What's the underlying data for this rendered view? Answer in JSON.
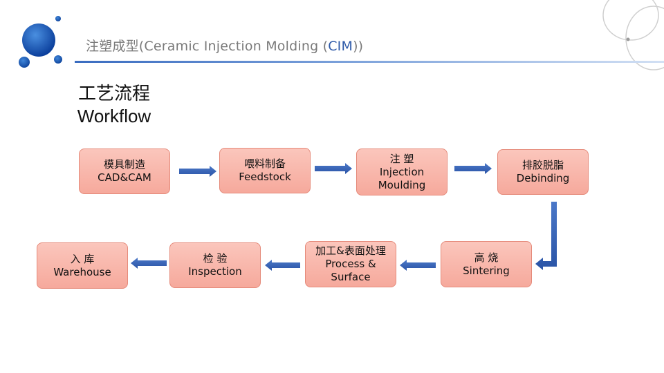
{
  "header": {
    "title_prefix": "注塑成型(Ceramic Injection Molding (",
    "title_accent": "CIM",
    "title_suffix": "))"
  },
  "section": {
    "title_zh": "工艺流程",
    "title_en": "Workflow"
  },
  "colors": {
    "accent_blue": "#2e5aa8",
    "box_fill": "#f6a99c",
    "box_border": "#e58a7a",
    "arrow": "#3a63b5"
  },
  "workflow": [
    {
      "lines": [
        "模具制造",
        "CAD&CAM"
      ]
    },
    {
      "lines": [
        "喂料制备",
        "Feedstock"
      ]
    },
    {
      "lines": [
        "注 塑",
        "Injection",
        "Moulding"
      ]
    },
    {
      "lines": [
        "排胶脱脂",
        "Debinding"
      ]
    },
    {
      "lines": [
        "高 烧",
        "Sintering"
      ]
    },
    {
      "lines": [
        "加工&表面处理",
        "Process &",
        "Surface"
      ]
    },
    {
      "lines": [
        "检 验",
        "Inspection"
      ]
    },
    {
      "lines": [
        "入 库",
        "Warehouse"
      ]
    }
  ]
}
